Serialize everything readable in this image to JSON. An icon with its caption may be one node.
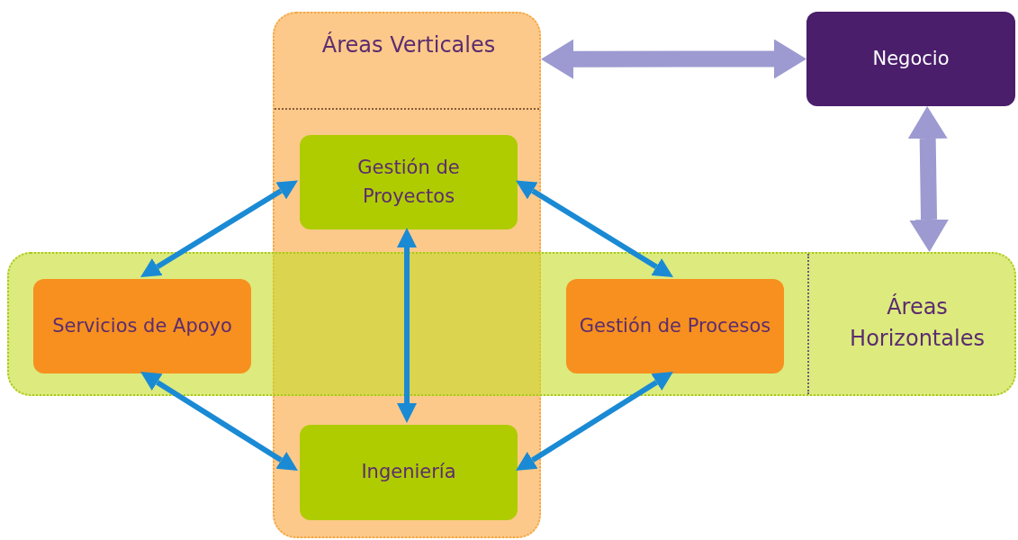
{
  "diagram": {
    "nodes": [
      {
        "text": [
          "Áreas Verticales"
        ]
      },
      {
        "text": [
          "Áreas Horizontales"
        ]
      },
      {
        "text": [
          "Negocio"
        ]
      },
      {
        "text": [
          "Gestión de Proyectos"
        ],
        "in": 0
      },
      {
        "text": [
          "Servicios de Apoyo"
        ],
        "in": 1
      },
      {
        "text": [
          "Gestión de Procesos"
        ],
        "in": 1
      },
      {
        "text": [
          "Ingeniería"
        ],
        "in": 0
      }
    ],
    "edges": [
      {
        "from": 0,
        "to": 2,
        "arrow": "both",
        "style": "thick",
        "color": "#9c9ad0"
      },
      {
        "from": 2,
        "to": 1,
        "arrow": "both",
        "style": "thick",
        "color": "#9c9ad0"
      },
      {
        "from": 3,
        "to": 4,
        "arrow": "both"
      },
      {
        "from": 3,
        "to": 5,
        "arrow": "both"
      },
      {
        "from": 3,
        "to": 6,
        "arrow": "both"
      },
      {
        "from": 4,
        "to": 6,
        "arrow": "both"
      },
      {
        "from": 5,
        "to": 6,
        "arrow": "both"
      }
    ]
  }
}
